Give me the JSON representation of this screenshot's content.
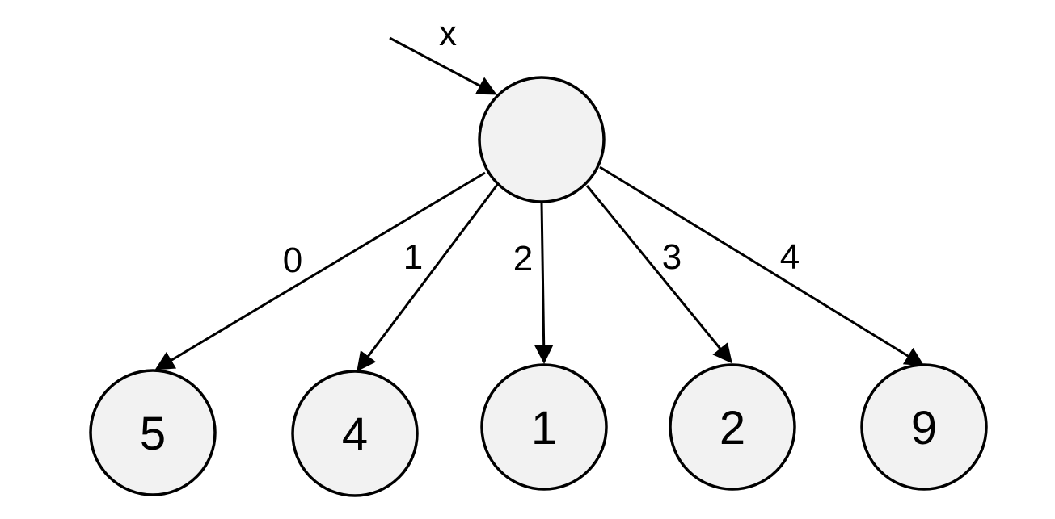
{
  "input_label": "x",
  "root": {
    "label": ""
  },
  "children": [
    {
      "key": "0",
      "value": "5"
    },
    {
      "key": "1",
      "value": "4"
    },
    {
      "key": "2",
      "value": "1"
    },
    {
      "key": "3",
      "value": "2"
    },
    {
      "key": "4",
      "value": "9"
    }
  ],
  "colors": {
    "node_fill": "#f2f2f2",
    "stroke": "#000000",
    "background": "#ffffff"
  }
}
